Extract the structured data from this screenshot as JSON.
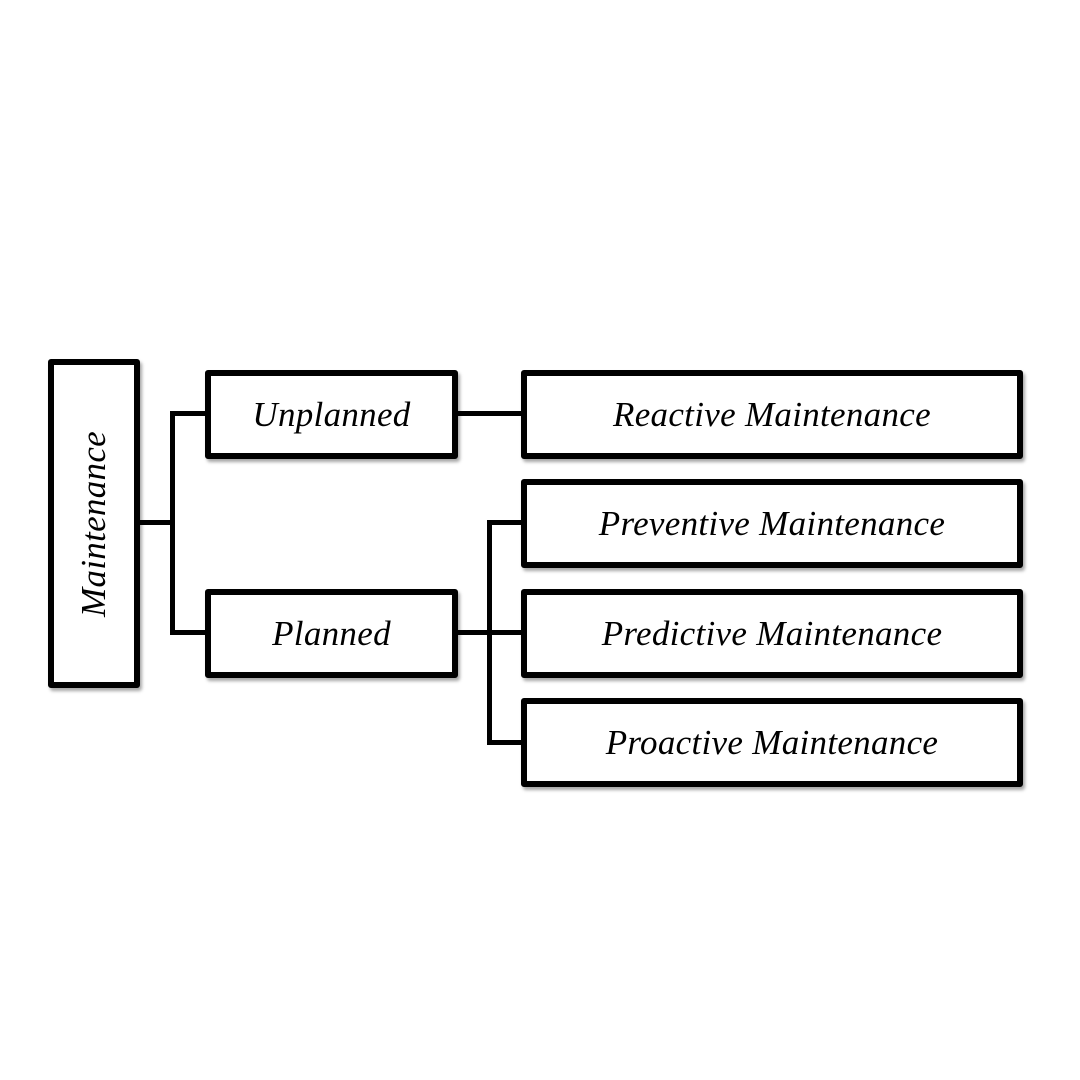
{
  "diagram": {
    "root": {
      "label": "Maintenance"
    },
    "branches": {
      "unplanned": {
        "label": "Unplanned"
      },
      "planned": {
        "label": "Planned"
      }
    },
    "leaves": {
      "reactive": {
        "label": "Reactive Maintenance"
      },
      "preventive": {
        "label": "Preventive Maintenance"
      },
      "predictive": {
        "label": "Predictive Maintenance"
      },
      "proactive": {
        "label": "Proactive Maintenance"
      }
    }
  }
}
